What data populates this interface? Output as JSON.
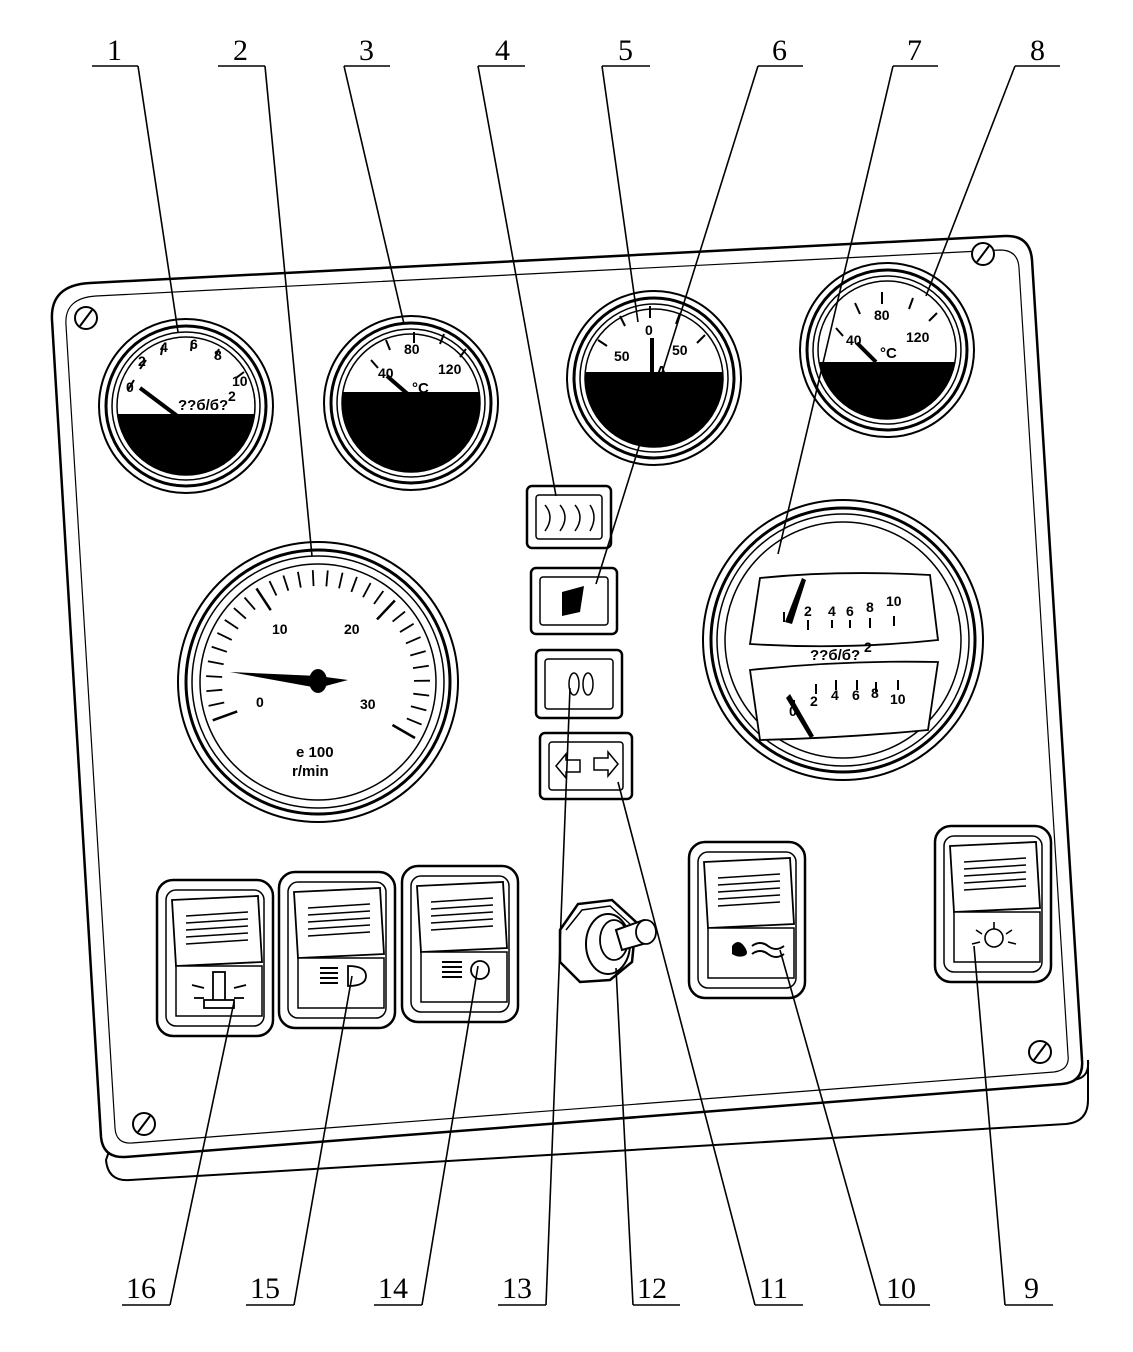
{
  "callouts_top": [
    "1",
    "2",
    "3",
    "4",
    "5",
    "6",
    "7",
    "8"
  ],
  "callouts_bottom": [
    "16",
    "15",
    "14",
    "13",
    "12",
    "11",
    "10",
    "9"
  ],
  "gauge_oil": {
    "ticks": [
      "0",
      "2",
      "4",
      "6",
      "8",
      "10"
    ],
    "unit": "??б/б?",
    "unit_sup": "2"
  },
  "gauge_temp_left": {
    "ticks": [
      "40",
      "80",
      "120"
    ],
    "unit": "°C"
  },
  "gauge_ammeter": {
    "ticks": [
      "50",
      "0",
      "50"
    ],
    "unit": "A"
  },
  "gauge_temp_right": {
    "ticks": [
      "40",
      "80",
      "120"
    ],
    "unit": "°C"
  },
  "tachometer": {
    "ticks": [
      "0",
      "10",
      "20",
      "30"
    ],
    "multiplier": "e 100",
    "unit": "r/min"
  },
  "dual_gauge": {
    "upper_ticks": [
      "2",
      "4",
      "6",
      "8",
      "10"
    ],
    "lower_ticks": [
      "0",
      "2",
      "4",
      "6",
      "8",
      "10"
    ],
    "unit": "??б/б?",
    "unit_sup": "2"
  },
  "watermark": {
    "trademark": "™"
  }
}
